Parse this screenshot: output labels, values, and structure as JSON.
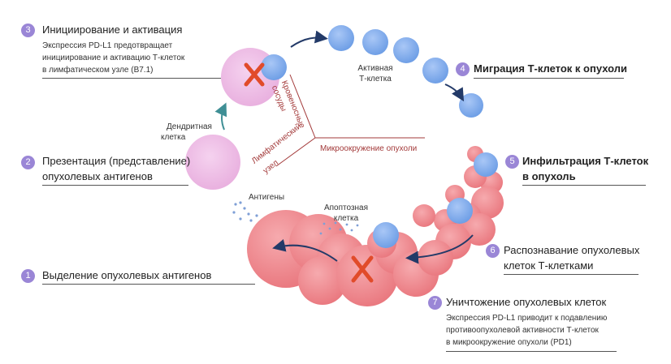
{
  "steps": [
    {
      "num": "1",
      "title": "Выделение опухолевых антигенов"
    },
    {
      "num": "2",
      "title_line1": "Презентация (представление)",
      "title_line2": "опухолевых антигенов"
    },
    {
      "num": "3",
      "title": "Инициирование и активация",
      "desc_line1": "Экспрессия PD-L1 предотвращает",
      "desc_line2": "инициирование и активацию Т-клеток",
      "desc_line3": "в лимфатическом узле (B7.1)"
    },
    {
      "num": "4",
      "title": "Миграция Т-клеток к опухоли"
    },
    {
      "num": "5",
      "title_line1": "Инфильтрация Т-клеток",
      "title_line2": "в опухоль"
    },
    {
      "num": "6",
      "title_line1": "Распознавание опухолевых",
      "title_line2": "клеток Т-клетками"
    },
    {
      "num": "7",
      "title": "Уничтожение опухолевых клеток",
      "desc_line1": "Экспрессия PD-L1 приводит к подавлению",
      "desc_line2": "противоопухолевой активности Т-клеток",
      "desc_line3": "в микроокружение опухоли (PD1)"
    }
  ],
  "labels": {
    "dendritic_line1": "Дендритная",
    "dendritic_line2": "клетка",
    "active_line1": "Активная",
    "active_line2": "Т-клетка",
    "antigens": "Антигены",
    "apoptotic_line1": "Апоптозная",
    "apoptotic_line2": "клетка"
  },
  "zones": {
    "vessels_line1": "Кровеносные",
    "vessels_line2": "сосуды",
    "lymph_line1": "Лимфатический",
    "lymph_line2": "узел",
    "tumor_micro": "Микроокружение опухоли"
  },
  "colors": {
    "badge": "#9a86d6",
    "tcell": "#86b0ee",
    "tumor": "#ef8f95",
    "dendritic": "#eebbe8",
    "cross": "#e14b2a",
    "arrow": "#233a68",
    "arrow_teal": "#3f8f95",
    "zone_text": "#a33a3a",
    "antigen_dots": "#7f9fd6"
  }
}
